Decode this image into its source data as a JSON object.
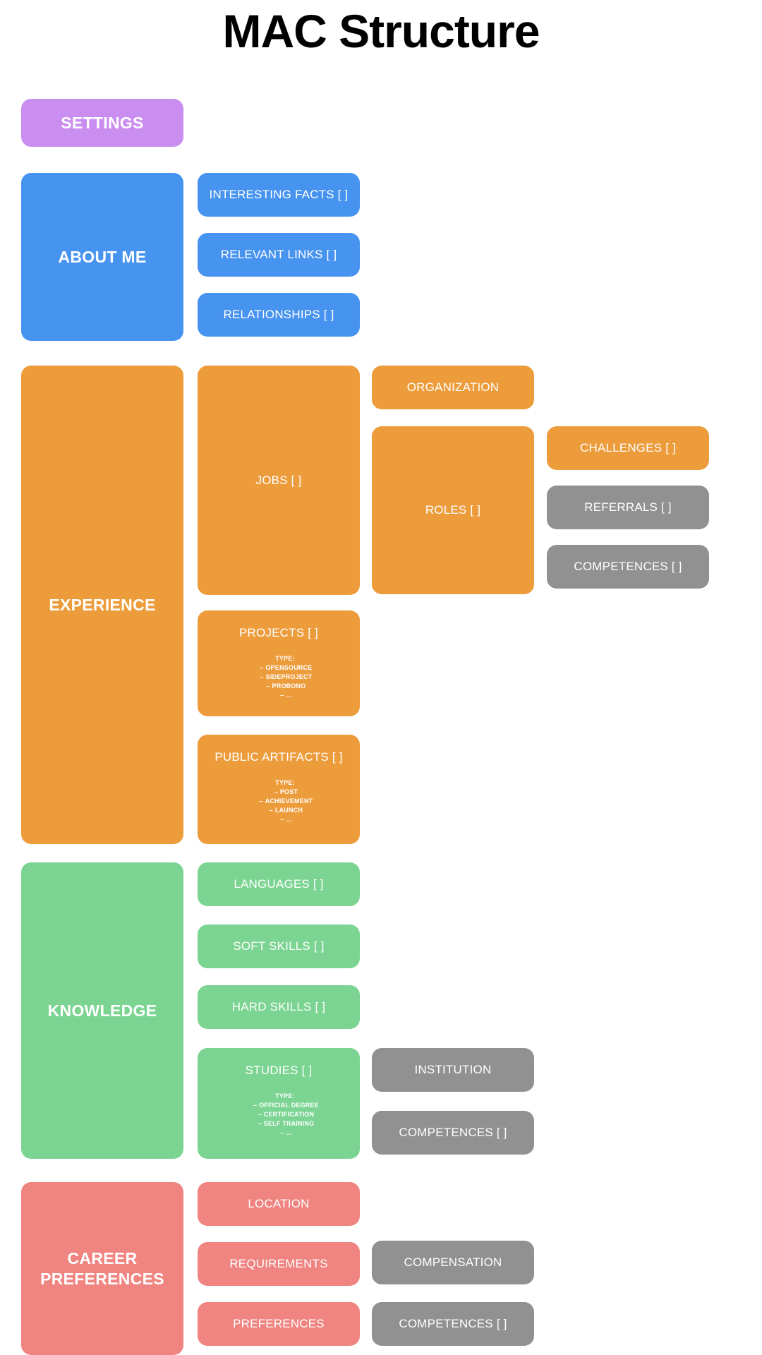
{
  "title": "MAC Structure",
  "colors": {
    "purple": "#c98ef0",
    "blue": "#4793f0",
    "orange": "#ed9c3c",
    "green": "#7bd492",
    "red": "#ef8480",
    "gray": "#919191",
    "background": "#ffffff",
    "text_on_node": "#ffffff",
    "title_text": "#000000"
  },
  "sections": {
    "settings": {
      "label": "SETTINGS",
      "color": "purple"
    },
    "about_me": {
      "label": "ABOUT ME",
      "color": "blue",
      "children": [
        {
          "label": "INTERESTING FACTS [ ]",
          "color": "blue"
        },
        {
          "label": "RELEVANT LINKS [ ]",
          "color": "blue"
        },
        {
          "label": "RELATIONSHIPS [ ]",
          "color": "blue"
        }
      ]
    },
    "experience": {
      "label": "EXPERIENCE",
      "color": "orange",
      "jobs": {
        "label": "JOBS [ ]",
        "color": "orange"
      },
      "organization": {
        "label": "ORGANIZATION",
        "color": "orange"
      },
      "roles": {
        "label": "ROLES [ ]",
        "color": "orange"
      },
      "challenges": {
        "label": "CHALLENGES [ ]",
        "color": "orange"
      },
      "referrals": {
        "label": "REFERRALS [ ]",
        "color": "gray"
      },
      "role_competences": {
        "label": "COMPETENCES [ ]",
        "color": "gray"
      },
      "projects": {
        "label": "PROJECTS [ ]",
        "color": "orange",
        "type_label": "TYPE:",
        "types": [
          "OPENSOURCE",
          "SIDEPROJECT",
          "PROBONO",
          "..."
        ]
      },
      "public_artifacts": {
        "label": "PUBLIC ARTIFACTS [ ]",
        "color": "orange",
        "type_label": "TYPE:",
        "types": [
          "POST",
          "ACHIEVEMENT",
          "LAUNCH",
          "..."
        ]
      }
    },
    "knowledge": {
      "label": "KNOWLEDGE",
      "color": "green",
      "languages": {
        "label": "LANGUAGES [ ]",
        "color": "green"
      },
      "soft_skills": {
        "label": "SOFT SKILLS [ ]",
        "color": "green"
      },
      "hard_skills": {
        "label": "HARD SKILLS [ ]",
        "color": "green"
      },
      "studies": {
        "label": "STUDIES [ ]",
        "color": "green",
        "type_label": "TYPE:",
        "types": [
          "OFFICIAL DEGREE",
          "CERTIFICATION",
          "SELF TRAINING",
          "..."
        ]
      },
      "institution": {
        "label": "INSTITUTION",
        "color": "gray"
      },
      "study_competences": {
        "label": "COMPETENCES [ ]",
        "color": "gray"
      }
    },
    "career_preferences": {
      "label": "CAREER PREFERENCES",
      "color": "red",
      "location": {
        "label": "LOCATION",
        "color": "red"
      },
      "requirements": {
        "label": "REQUIREMENTS",
        "color": "red"
      },
      "preferences": {
        "label": "PREFERENCES",
        "color": "red"
      },
      "compensation": {
        "label": "COMPENSATION",
        "color": "gray"
      },
      "pref_competences": {
        "label": "COMPETENCES [ ]",
        "color": "gray"
      }
    }
  }
}
